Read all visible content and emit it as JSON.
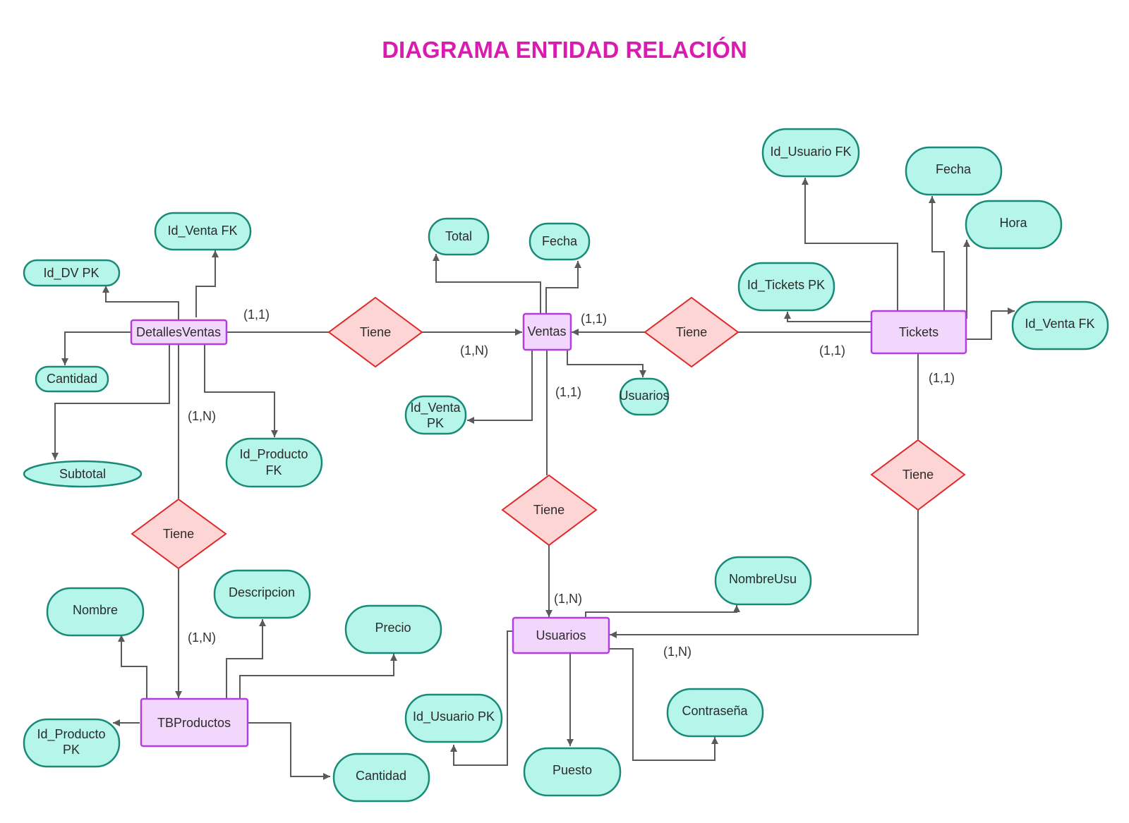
{
  "title": "DIAGRAMA ENTIDAD RELACIÓN",
  "colors": {
    "title": "#d91bb0",
    "entity_fill": "#f3d6fb",
    "entity_stroke": "#b23de0",
    "attribute_fill": "#b5f5ea",
    "attribute_stroke": "#1a8a78",
    "relation_fill": "#fdd5d5",
    "relation_stroke": "#e02828",
    "line": "#5a5a5a"
  },
  "entities": {
    "detalles_ventas": "DetallesVentas",
    "ventas": "Ventas",
    "tickets": "Tickets",
    "usuarios": "Usuarios",
    "tbproductos": "TBProductos"
  },
  "relations": {
    "dv_ventas": "Tiene",
    "ventas_tickets": "Tiene",
    "dv_productos": "Tiene",
    "ventas_usuarios": "Tiene",
    "tickets_usuarios": "Tiene"
  },
  "attributes": {
    "dv_id_venta_fk": "Id_Venta  FK",
    "dv_id_dv_pk": "Id_DV PK",
    "dv_cantidad": "Cantidad",
    "dv_subtotal": "Subtotal",
    "dv_id_producto_fk_1": "Id_Producto",
    "dv_id_producto_fk_2": "FK",
    "ventas_total": "Total",
    "ventas_fecha": "Fecha",
    "ventas_usuarios": "Usuarios",
    "ventas_id_venta_pk_1": "Id_Venta",
    "ventas_id_venta_pk_2": "PK",
    "tickets_id_usuario_fk": "Id_Usuario FK",
    "tickets_fecha": "Fecha",
    "tickets_hora": "Hora",
    "tickets_id_tickets_pk": "Id_Tickets PK",
    "tickets_id_venta_fk": "Id_Venta FK",
    "usuarios_nombreusu": "NombreUsu",
    "usuarios_id_usuario_pk": "Id_Usuario PK",
    "usuarios_puesto": "Puesto",
    "usuarios_contrasena": "Contraseña",
    "prod_nombre": "Nombre",
    "prod_descripcion": "Descripcion",
    "prod_precio": "Precio",
    "prod_id_producto_pk_1": "Id_Producto",
    "prod_id_producto_pk_2": "PK",
    "prod_cantidad": "Cantidad"
  },
  "cardinalities": {
    "dv_to_rel": "(1,1)",
    "rel_to_ventas": "(1,N)",
    "ventas_to_rel": "(1,1)",
    "rel_to_tickets": "(1,1)",
    "dv_down": "(1,N)",
    "rel_to_prod": "(1,N)",
    "ventas_down": "(1,1)",
    "rel_to_usuarios": "(1,N)",
    "tickets_down": "(1,1)",
    "rel_to_usuarios_side": "(1,N)"
  }
}
